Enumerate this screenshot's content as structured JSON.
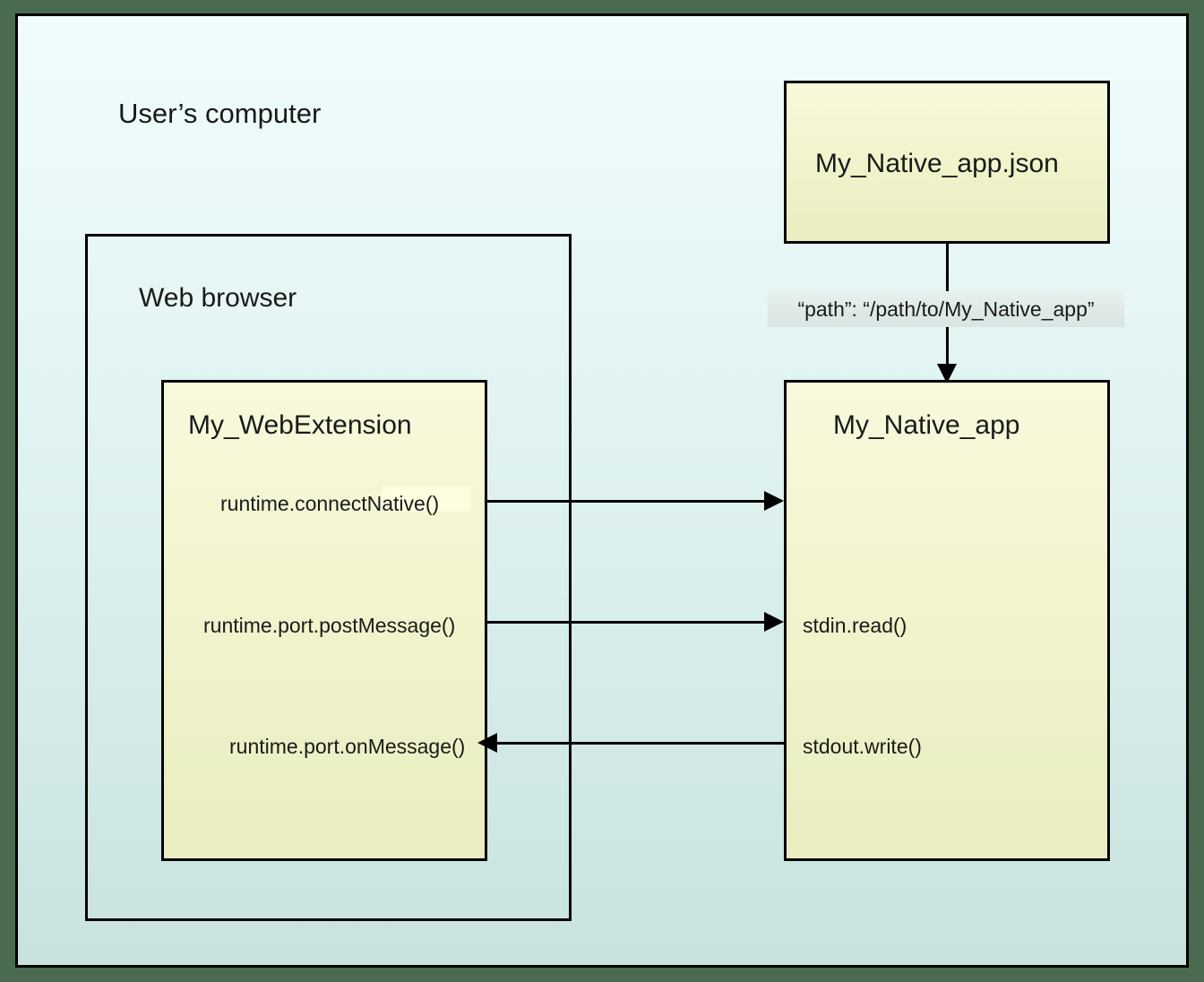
{
  "diagram": {
    "type": "architecture-flow",
    "title_visible": false,
    "colors": {
      "page_background": "#4a6b4f",
      "canvas_top": "#f1fcfc",
      "canvas_bottom": "#c9e2de",
      "component_fill_top": "#f8f9dc",
      "component_fill_bottom": "#e9edc0",
      "stroke": "#000000",
      "annotation_chip": "#dfeae7",
      "highlight": "#fdfde0"
    }
  },
  "labels": {
    "users_computer": "User’s computer",
    "web_browser": "Web browser"
  },
  "nodes": {
    "manifest": {
      "title": "My_Native_app.json"
    },
    "webextension": {
      "title": "My_WebExtension",
      "api_calls": [
        {
          "label": "runtime.connectNative()",
          "highlighted": true
        },
        {
          "label": "runtime.port.postMessage()",
          "highlighted": false
        },
        {
          "label": "runtime.port.onMessage()",
          "highlighted": false
        }
      ]
    },
    "native_app": {
      "title": "My_Native_app",
      "api_calls": [
        {
          "label": "stdin.read()"
        },
        {
          "label": "stdout.write()"
        }
      ]
    }
  },
  "annotations": {
    "manifest_path": "“path”: “/path/to/My_Native_app”"
  },
  "edges": [
    {
      "from": "manifest",
      "to": "native_app",
      "direction": "down",
      "label": "“path”: “/path/to/My_Native_app”"
    },
    {
      "from": "webextension.connectNative",
      "to": "native_app",
      "direction": "right",
      "label": ""
    },
    {
      "from": "webextension.postMessage",
      "to": "native_app.stdin_read",
      "direction": "right",
      "label": ""
    },
    {
      "from": "native_app.stdout_write",
      "to": "webextension.onMessage",
      "direction": "left",
      "label": ""
    }
  ]
}
